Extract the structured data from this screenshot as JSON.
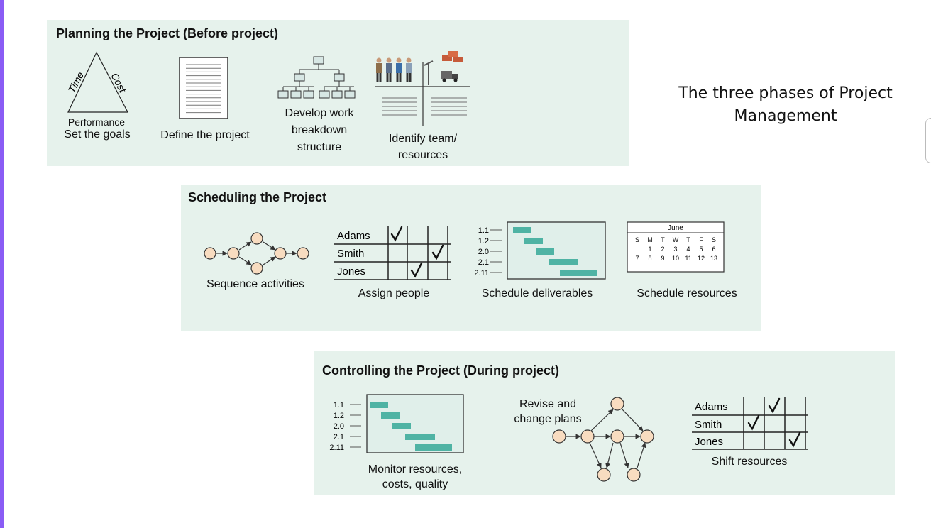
{
  "side_title": "The three phases of Project Management",
  "colors": {
    "panel": "#e6f2ec",
    "gantt_bar": "#4fb3a4",
    "node_fill": "#f8dcc0",
    "accent_bar": "#8a5cf5"
  },
  "planning": {
    "title": "Planning the Project (Before project)",
    "triangle": {
      "left": "Time",
      "right": "Cost",
      "bottom": "Performance",
      "caption": "Set the goals"
    },
    "define_caption": "Define the project",
    "wbs_caption": "Develop work breakdown structure",
    "team_caption": "Identify team/ resources"
  },
  "scheduling": {
    "title": "Scheduling the Project",
    "sequence_caption": "Sequence activities",
    "assign": {
      "names": [
        "Adams",
        "Smith",
        "Jones"
      ],
      "caption": "Assign people"
    },
    "gantt": {
      "labels": [
        "1.1",
        "1.2",
        "2.0",
        "2.1",
        "2.11"
      ],
      "caption": "Schedule deliverables"
    },
    "calendar": {
      "month": "June",
      "days": [
        "S",
        "M",
        "T",
        "W",
        "T",
        "F",
        "S"
      ],
      "row1": [
        "",
        "1",
        "2",
        "3",
        "4",
        "5",
        "6"
      ],
      "row2": [
        "7",
        "8",
        "9",
        "10",
        "11",
        "12",
        "13"
      ],
      "caption": "Schedule resources"
    }
  },
  "controlling": {
    "title": "Controlling the Project (During project)",
    "gantt": {
      "labels": [
        "1.1",
        "1.2",
        "2.0",
        "2.1",
        "2.11"
      ],
      "caption": "Monitor resources, costs, quality"
    },
    "revise_caption": "Revise and change plans",
    "shift": {
      "names": [
        "Adams",
        "Smith",
        "Jones"
      ],
      "caption": "Shift resources"
    }
  }
}
